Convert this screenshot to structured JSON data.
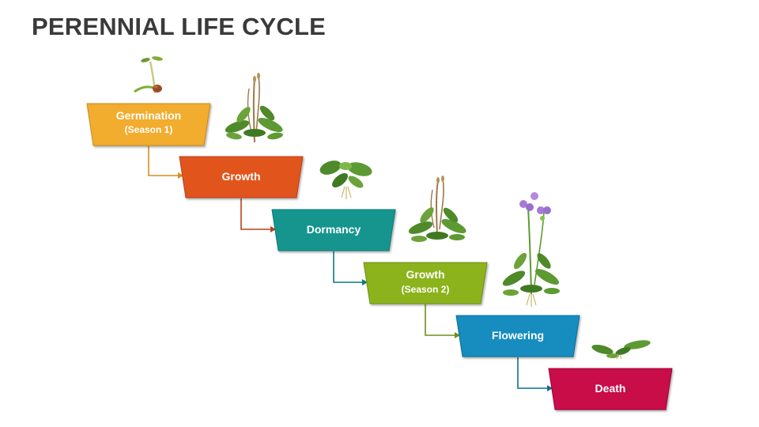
{
  "title": "PERENNIAL LIFE CYCLE",
  "stages": [
    {
      "label": "Germination",
      "sublabel": "(Season 1)",
      "color": "#F2AC2E",
      "connector_color": "#D98E1B"
    },
    {
      "label": "Growth",
      "sublabel": "",
      "color": "#E1541E",
      "connector_color": "#B8401A"
    },
    {
      "label": "Dormancy",
      "sublabel": "",
      "color": "#14958F",
      "connector_color": "#0F7A74"
    },
    {
      "label": "Growth",
      "sublabel": "(Season 2)",
      "color": "#8CB31C",
      "connector_color": "#6E8F15"
    },
    {
      "label": "Flowering",
      "sublabel": "",
      "color": "#148CBF",
      "connector_color": "#0F6E98"
    },
    {
      "label": "Death",
      "sublabel": "",
      "color": "#C8084A",
      "connector_color": "#A0063B"
    }
  ],
  "illustrations": [
    "seedling-icon",
    "rosette-plant-icon",
    "leafy-plant-icon",
    "rosette-plant-icon",
    "flowering-plant-icon",
    "wilted-plant-icon"
  ]
}
